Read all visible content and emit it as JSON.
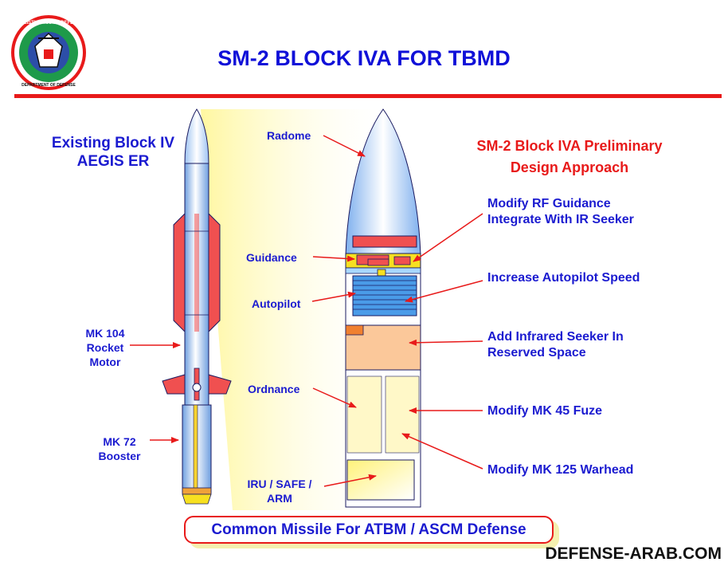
{
  "title": "SM-2 BLOCK IVA FOR TBMD",
  "logo": {
    "ring_text": "BALLISTIC MISSILE DEFENSE",
    "ring_text_bottom": "DEPARTMENT OF DEFENSE"
  },
  "left_heading": [
    "Existing Block IV",
    "AEGIS ER"
  ],
  "right_heading": [
    "SM-2 Block IVA Preliminary",
    "Design Approach"
  ],
  "left_labels": {
    "mk104": [
      "MK 104",
      "Rocket",
      "Motor"
    ],
    "mk72": [
      "MK 72",
      "Booster"
    ]
  },
  "section_labels": {
    "radome": "Radome",
    "guidance": "Guidance",
    "autopilot": "Autopilot",
    "ordnance": "Ordnance",
    "iru": [
      "IRU / SAFE /",
      "ARM"
    ]
  },
  "modifications": {
    "rf_guidance": [
      "Modify RF Guidance",
      "Integrate With IR Seeker"
    ],
    "autopilot_speed": "Increase Autopilot Speed",
    "ir_seeker": [
      "Add Infrared Seeker In",
      "Reserved Space"
    ],
    "fuze": "Modify MK 45 Fuze",
    "warhead": "Modify MK 125 Warhead"
  },
  "banner": "Common Missile For ATBM / ASCM Defense",
  "watermark": "DEFENSE-ARAB.COM",
  "colors": {
    "title_blue": "#1010d8",
    "label_blue": "#1b1bd0",
    "accent_red": "#e81a1a",
    "fin_red": "#f05050",
    "seeker_orange": "#fbc89a",
    "missile_blue": "#9cc4f0",
    "cone_yellow": "#fff8a8"
  }
}
